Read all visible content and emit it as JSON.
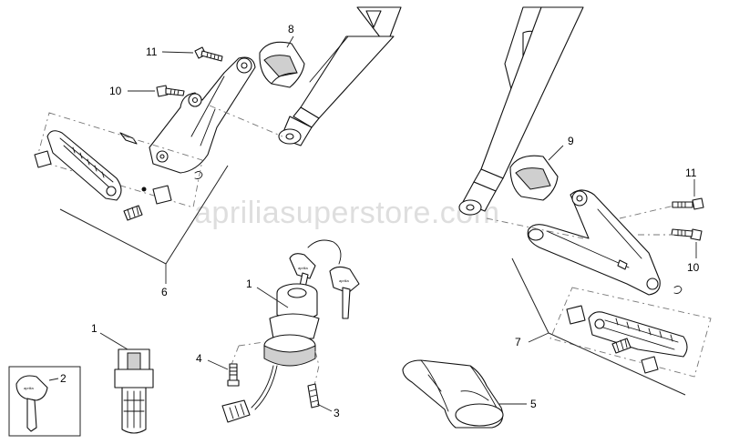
{
  "watermark": "apriliasuperstore.com",
  "callouts": {
    "c1_switch": "1",
    "c1_lock": "1",
    "c2": "2",
    "c3": "3",
    "c4": "4",
    "c5": "5",
    "c6": "6",
    "c7": "7",
    "c8": "8",
    "c9": "9",
    "c10_left": "10",
    "c10_right": "10",
    "c11_left": "11",
    "c11_right": "11"
  },
  "key_brand": "aprilia",
  "icons": {
    "ignition_switch": "ignition-switch-icon",
    "key": "key-icon",
    "lock_barrel": "lock-barrel-icon",
    "footpeg_bracket": "footpeg-bracket-icon",
    "footpeg": "footpeg-icon",
    "rubber_pad": "rubber-pad-icon",
    "screw": "screw-icon",
    "pouch": "tool-pouch-icon",
    "frame_tube": "frame-tube-icon"
  }
}
